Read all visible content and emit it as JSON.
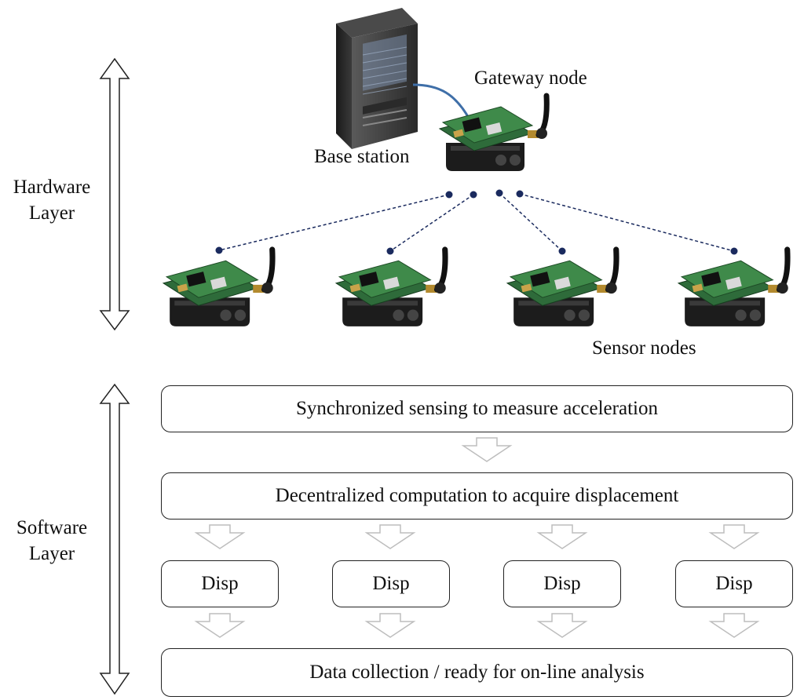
{
  "hardware_layer": {
    "label_line1": "Hardware",
    "label_line2": "Layer"
  },
  "software_layer": {
    "label_line1": "Software",
    "label_line2": "Layer"
  },
  "labels": {
    "gateway": "Gateway node",
    "base_station": "Base station",
    "sensor_nodes": "Sensor nodes"
  },
  "steps": {
    "sensing": "Synchronized sensing to measure acceleration",
    "computation": "Decentralized computation to acquire displacement",
    "disp": [
      "Disp",
      "Disp",
      "Disp",
      "Disp"
    ],
    "collection": "Data collection / ready for on-line analysis"
  },
  "colors": {
    "link_dot": "#1a2a5e",
    "cable": "#3f6fa8",
    "board": "#2e6b3a",
    "arrow_outline": "#bdbdbd"
  }
}
